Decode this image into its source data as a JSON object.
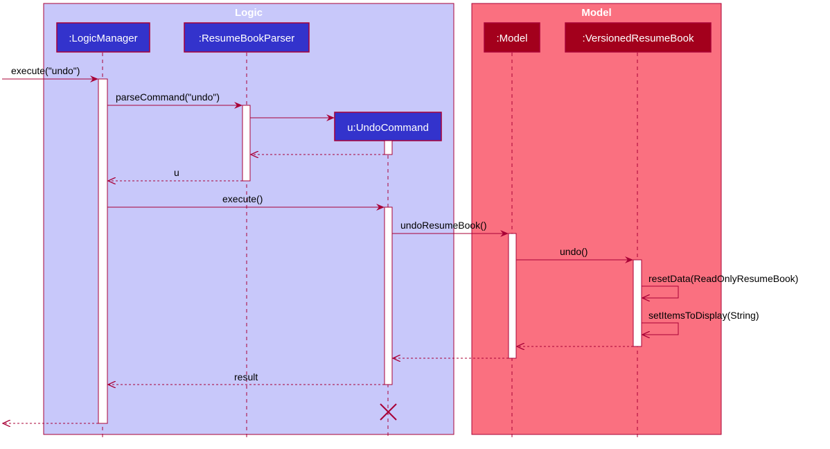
{
  "colors": {
    "logic_bg": "#C8C8FA",
    "model_bg": "#FA7080",
    "border": "#A80036",
    "logic_participant": "#3333CC",
    "model_participant": "#A3001C",
    "activation": "#FFFFFF"
  },
  "groups": {
    "logic": "Logic",
    "model": "Model"
  },
  "participants": {
    "logic_manager": ":LogicManager",
    "parser": ":ResumeBookParser",
    "undo_command": "u:UndoCommand",
    "model": ":Model",
    "versioned": ":VersionedResumeBook"
  },
  "messages": {
    "execute_undo": "execute(\"undo\")",
    "parse_command": "parseCommand(\"undo\")",
    "return_u": "u",
    "execute": "execute()",
    "undo_resume_book": "undoResumeBook()",
    "undo": "undo()",
    "reset_data": "resetData(ReadOnlyResumeBook)",
    "set_items": "setItemsToDisplay(String)",
    "result": "result"
  }
}
